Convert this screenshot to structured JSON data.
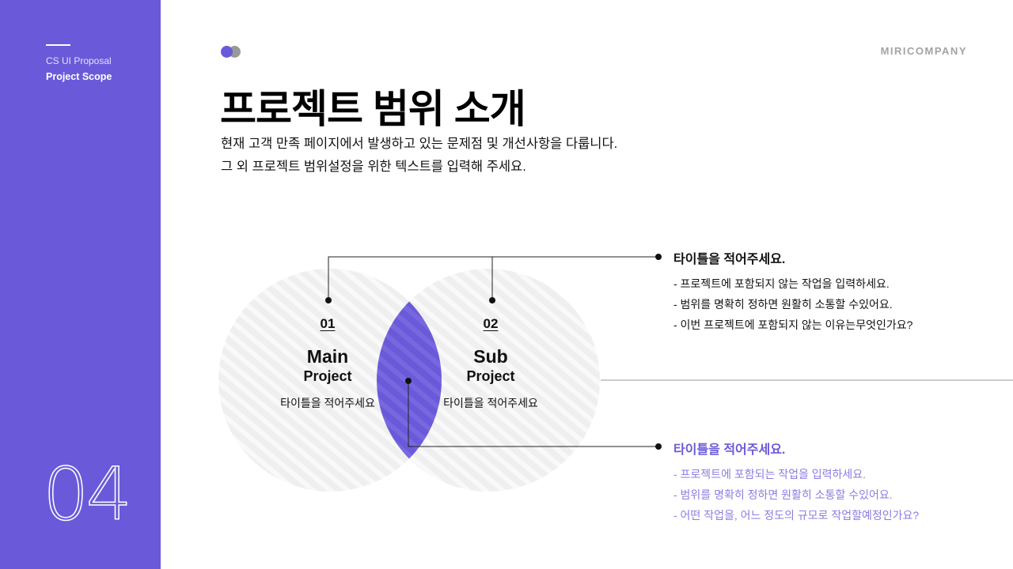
{
  "sidebar": {
    "label": "CS UI Proposal",
    "title": "Project Scope",
    "number": "04"
  },
  "brand": "MIRICOMPANY",
  "heading": {
    "title": "프로젝트 범위 소개",
    "desc": [
      "현재 고객 만족 페이지에서 발생하고 있는 문제점 및 개선사항을 다룹니다.",
      "그 외 프로젝트 범위설정을 위한 텍스트를 입력해 주세요."
    ]
  },
  "circles": [
    {
      "num": "01",
      "main": "Main",
      "sub": "Project",
      "caption": "타이틀을 적어주세요"
    },
    {
      "num": "02",
      "main": "Sub",
      "sub": "Project",
      "caption": "타이틀을 적어주세요"
    }
  ],
  "info_top": {
    "title": "타이틀을 적어주세요.",
    "items": [
      "- 프로젝트에 포함되지 않는 작업을 입력하세요.",
      "- 범위를 명확히 정하면 원활히 소통할 수있어요.",
      "- 이번 프로젝트에 포함되지 않는 이유는무엇인가요?"
    ]
  },
  "info_bottom": {
    "title": "타이틀을 적어주세요.",
    "items": [
      "- 프로젝트에 포함되는 작업을 입력하세요.",
      "- 범위를 명확히 정하면 원활히 소통할 수있어요.",
      "- 어떤 작업을, 어느 정도의 규모로 작업할예정인가요?"
    ]
  },
  "colors": {
    "accent": "#6a5ad9",
    "brand_gray": "#a3a3a3",
    "circle_fill": "#efefef"
  }
}
